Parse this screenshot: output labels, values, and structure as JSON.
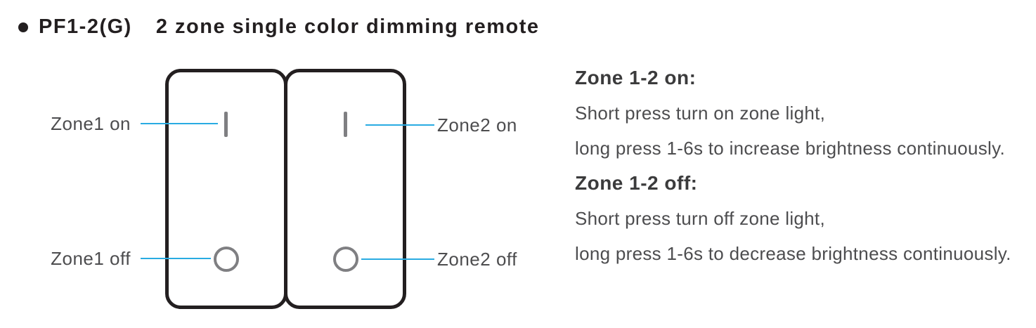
{
  "title": {
    "model": "PF1-2(G)",
    "description": "2 zone single color dimming remote"
  },
  "diagram": {
    "labels": {
      "zone1_on": "Zone1 on",
      "zone1_off": "Zone1 off",
      "zone2_on": "Zone2 on",
      "zone2_off": "Zone2 off"
    },
    "symbols": {
      "on_symbol": "vertical-bar",
      "off_symbol": "circle"
    }
  },
  "instructions": [
    {
      "heading": "Zone 1-2 on:",
      "lines": [
        "Short press turn on zone light,",
        "long press 1-6s to increase brightness continuously."
      ]
    },
    {
      "heading": "Zone 1-2 off:",
      "lines": [
        "Short press turn off zone light,",
        "long press 1-6s to decrease brightness continuously."
      ]
    }
  ],
  "colors": {
    "accent_blue": "#29abe2",
    "symbol_gray": "#7f7f82",
    "outline_black": "#231f20",
    "body_text": "#4d4d4f"
  }
}
